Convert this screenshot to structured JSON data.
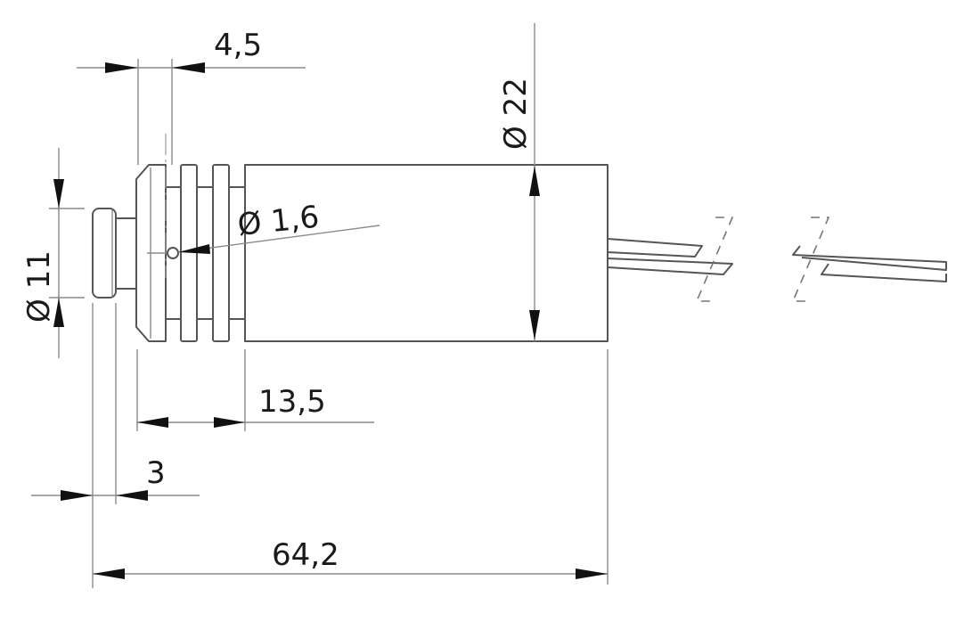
{
  "diagram": {
    "type": "technical-drawing",
    "subject": "laser module dimension drawing",
    "units": "mm",
    "colors": {
      "line": "#555555",
      "dimension_line": "#8a8a8a",
      "arrow": "#111111",
      "text": "#1a1a1a",
      "background": "#ffffff"
    },
    "dimensions": {
      "fin_pitch": "4,5",
      "body_diameter": "Ø 22",
      "aperture_diameter": "Ø 1,6",
      "front_diameter": "Ø 11",
      "head_length": "13,5",
      "front_cap_length": "3",
      "overall_length": "64,2"
    },
    "parts": [
      "front-cap",
      "neck",
      "finned-head",
      "cylindrical-body",
      "cable-leads",
      "break-lines"
    ]
  }
}
